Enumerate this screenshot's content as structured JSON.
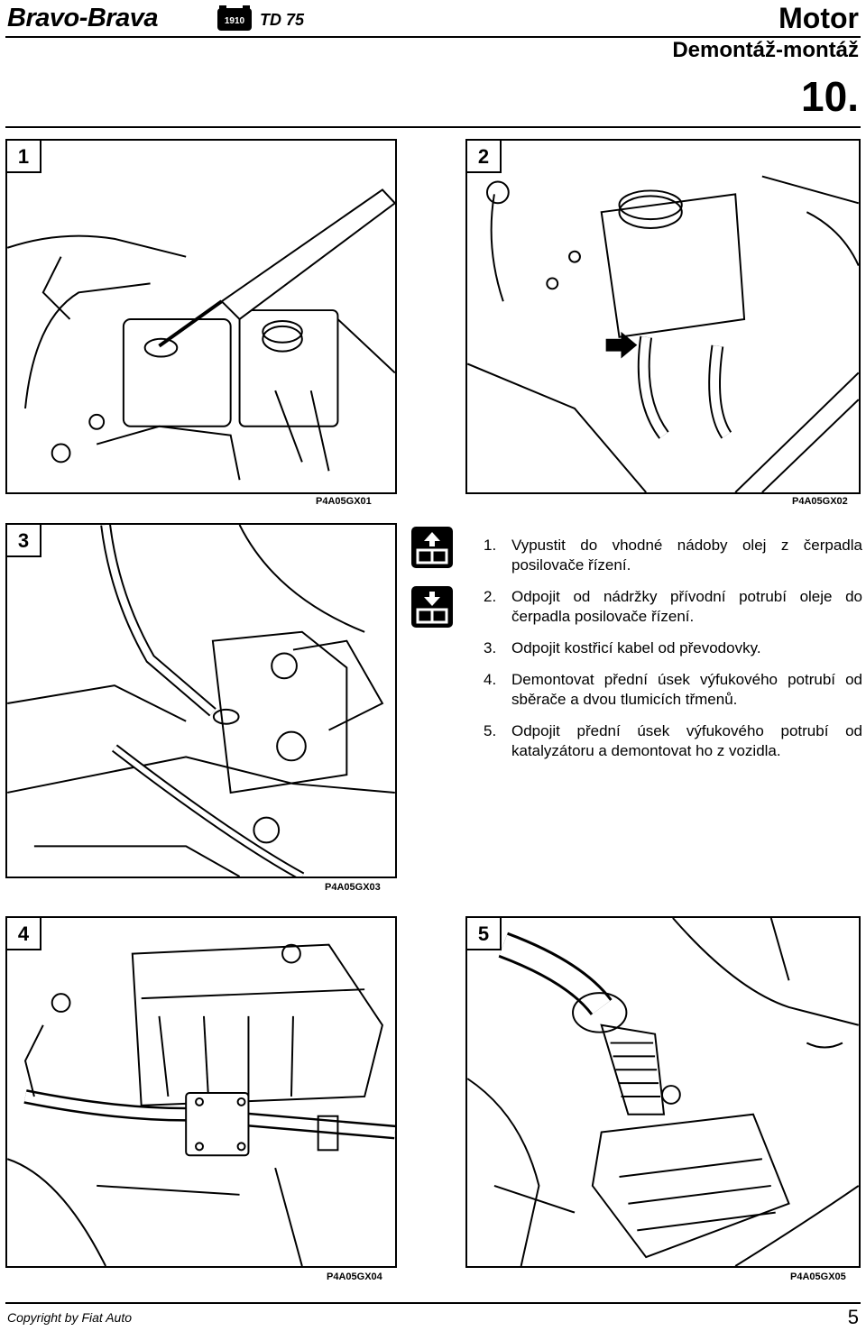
{
  "header": {
    "brand": "Bravo-Brava",
    "logo_text": "1910",
    "model": "TD 75",
    "section": "Motor",
    "subtitle": "Demontáž-montáž",
    "section_number": "10."
  },
  "figures": [
    {
      "number": "1",
      "code": "P4A05GX01"
    },
    {
      "number": "2",
      "code": "P4A05GX02"
    },
    {
      "number": "3",
      "code": "P4A05GX03"
    },
    {
      "number": "4",
      "code": "P4A05GX04"
    },
    {
      "number": "5",
      "code": "P4A05GX05"
    }
  ],
  "icons": [
    "removal-icon",
    "installation-icon"
  ],
  "steps": [
    {
      "num": "1.",
      "text": "Vypustit do vhodné nádoby olej z čerpadla posilovače řízení."
    },
    {
      "num": "2.",
      "text": "Odpojit od nádržky přívodní potrubí oleje do čerpadla posilovače řízení."
    },
    {
      "num": "3.",
      "text": "Odpojit kostřicí kabel od převodovky."
    },
    {
      "num": "4.",
      "text": "Demontovat přední úsek výfukového potrubí od sběrače a dvou tlumicích třmenů."
    },
    {
      "num": "5.",
      "text": "Odpojit přední úsek výfukového potrubí od katalyzátoru a demontovat ho z vozidla."
    }
  ],
  "footer": {
    "copyright": "Copyright by Fiat Auto",
    "page": "5"
  }
}
